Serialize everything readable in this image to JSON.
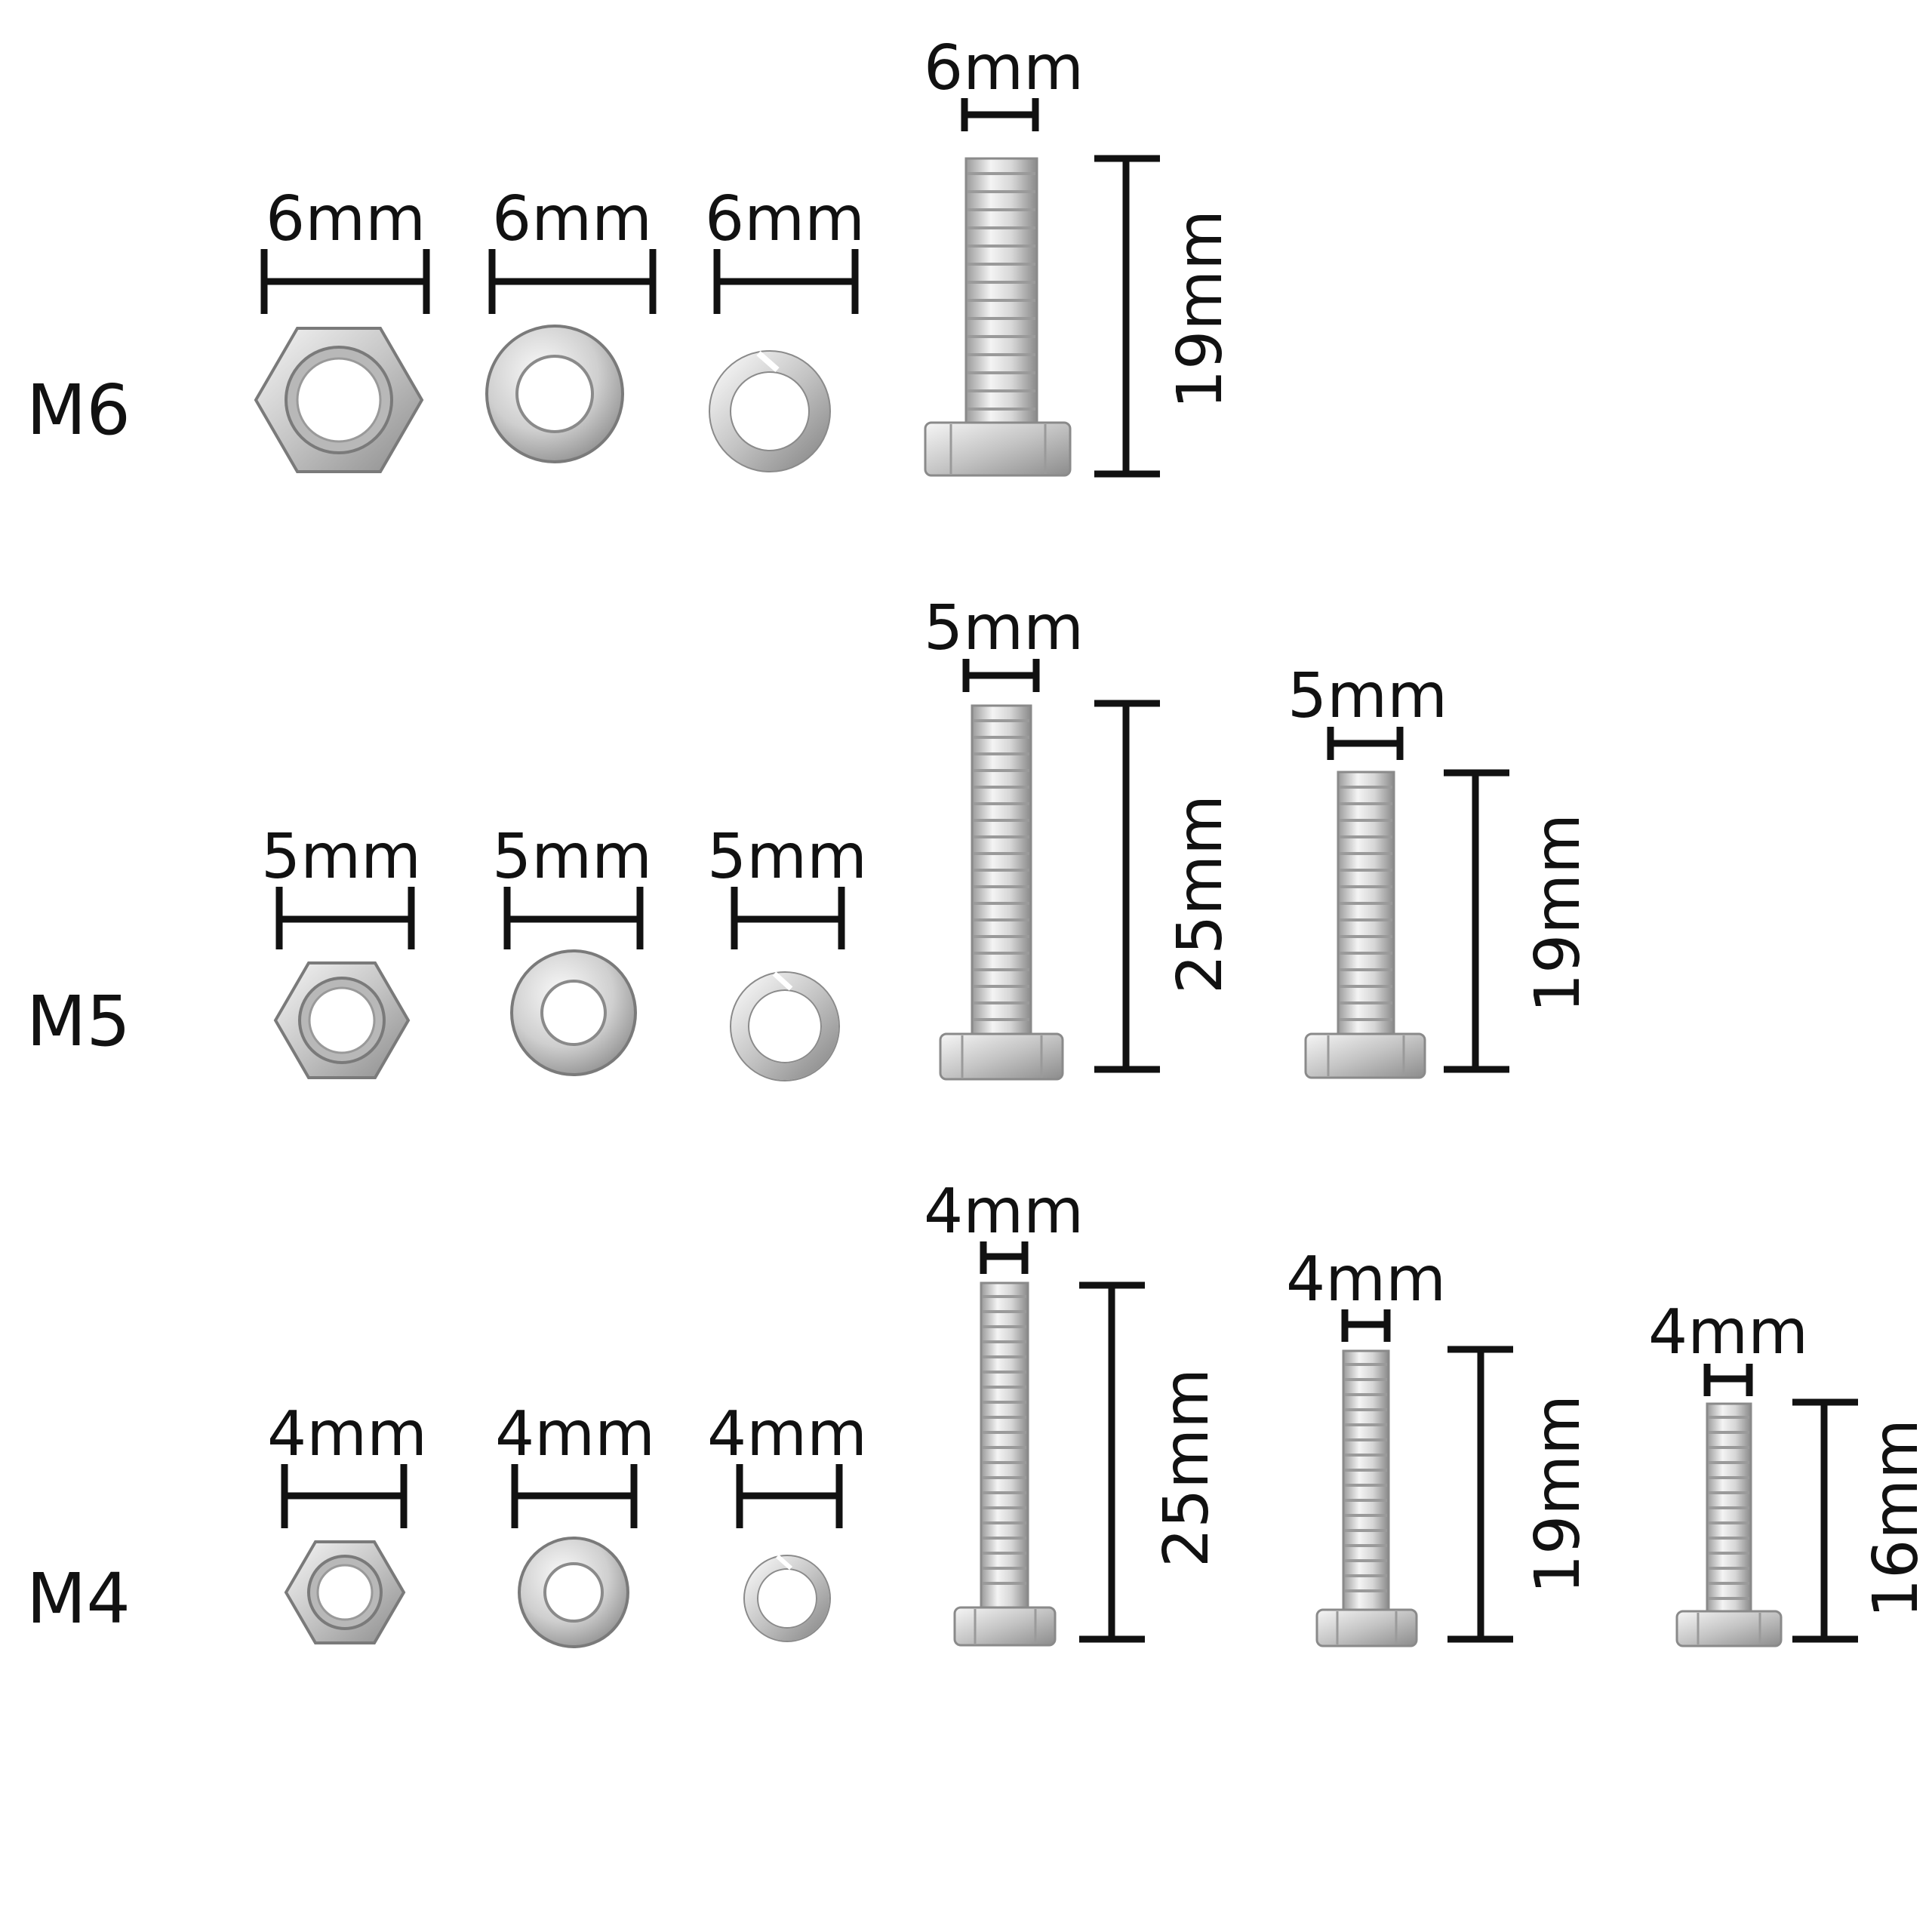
{
  "colors": {
    "ink": "#111111",
    "metal_light": "#f2f2f2",
    "metal_mid": "#c9c9c9",
    "metal_dark": "#8e8e8e"
  },
  "rows": [
    {
      "label": "M6",
      "parts": [
        {
          "kind": "hex-nut",
          "icon": "hex-nut-icon",
          "dimension": "6mm"
        },
        {
          "kind": "flat-washer",
          "icon": "flat-washer-icon",
          "dimension": "6mm"
        },
        {
          "kind": "spring-washer",
          "icon": "spring-washer-icon",
          "dimension": "6mm"
        }
      ],
      "bolts": [
        {
          "icon": "hex-bolt-icon",
          "diameter": "6mm",
          "length": "19mm"
        }
      ]
    },
    {
      "label": "M5",
      "parts": [
        {
          "kind": "hex-nut",
          "icon": "hex-nut-icon",
          "dimension": "5mm"
        },
        {
          "kind": "flat-washer",
          "icon": "flat-washer-icon",
          "dimension": "5mm"
        },
        {
          "kind": "spring-washer",
          "icon": "spring-washer-icon",
          "dimension": "5mm"
        }
      ],
      "bolts": [
        {
          "icon": "hex-bolt-icon",
          "diameter": "5mm",
          "length": "25mm"
        },
        {
          "icon": "hex-bolt-icon",
          "diameter": "5mm",
          "length": "19mm"
        }
      ]
    },
    {
      "label": "M4",
      "parts": [
        {
          "kind": "hex-nut",
          "icon": "hex-nut-icon",
          "dimension": "4mm"
        },
        {
          "kind": "flat-washer",
          "icon": "flat-washer-icon",
          "dimension": "4mm"
        },
        {
          "kind": "spring-washer",
          "icon": "spring-washer-icon",
          "dimension": "4mm"
        }
      ],
      "bolts": [
        {
          "icon": "hex-bolt-icon",
          "diameter": "4mm",
          "length": "25mm"
        },
        {
          "icon": "hex-bolt-icon",
          "diameter": "4mm",
          "length": "19mm"
        },
        {
          "icon": "hex-bolt-icon",
          "diameter": "4mm",
          "length": "16mm"
        }
      ]
    }
  ]
}
